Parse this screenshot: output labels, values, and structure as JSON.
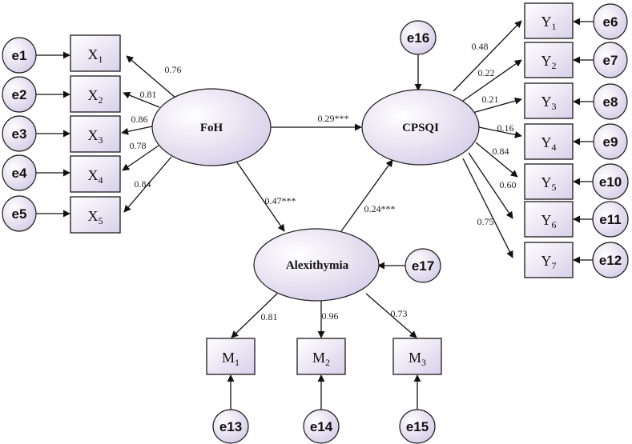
{
  "latent": {
    "foh": "FoH",
    "cpsqi": "CPSQI",
    "alexithymia": "Alexithymia"
  },
  "indicators": {
    "x1": {
      "base": "X",
      "sub": "1"
    },
    "x2": {
      "base": "X",
      "sub": "2"
    },
    "x3": {
      "base": "X",
      "sub": "3"
    },
    "x4": {
      "base": "X",
      "sub": "4"
    },
    "x5": {
      "base": "X",
      "sub": "5"
    },
    "y1": {
      "base": "Y",
      "sub": "1"
    },
    "y2": {
      "base": "Y",
      "sub": "2"
    },
    "y3": {
      "base": "Y",
      "sub": "3"
    },
    "y4": {
      "base": "Y",
      "sub": "4"
    },
    "y5": {
      "base": "Y",
      "sub": "5"
    },
    "y6": {
      "base": "Y",
      "sub": "6"
    },
    "y7": {
      "base": "Y",
      "sub": "7"
    },
    "m1": {
      "base": "M",
      "sub": "1"
    },
    "m2": {
      "base": "M",
      "sub": "2"
    },
    "m3": {
      "base": "M",
      "sub": "3"
    }
  },
  "errors": {
    "e1": "e1",
    "e2": "e2",
    "e3": "e3",
    "e4": "e4",
    "e5": "e5",
    "e6": "e6",
    "e7": "e7",
    "e8": "e8",
    "e9": "e9",
    "e10": "e10",
    "e11": "e11",
    "e12": "e12",
    "e13": "e13",
    "e14": "e14",
    "e15": "e15",
    "e16": "e16",
    "e17": "e17"
  },
  "loadings": {
    "foh_x1": "0.76",
    "foh_x2": "0.81",
    "foh_x3": "0.86",
    "foh_x4": "0.78",
    "foh_x5": "0.84",
    "cpsqi_y1": "0.48",
    "cpsqi_y2": "0.22",
    "cpsqi_y3": "0.21",
    "cpsqi_y4": "0.16",
    "cpsqi_y5": "0.84",
    "cpsqi_y6": "0.60",
    "cpsqi_y7": "0.75",
    "alex_m1": "0.81",
    "alex_m2": "0.96",
    "alex_m3": "0.73"
  },
  "paths": {
    "foh_cpsqi": "0.29***",
    "foh_alex": "0.47***",
    "alex_cpsqi": "0.24***"
  },
  "colors": {
    "fill_light": "#ffffff",
    "fill_lavender": "#d9d2ea",
    "stroke": "#1a1a1a"
  }
}
